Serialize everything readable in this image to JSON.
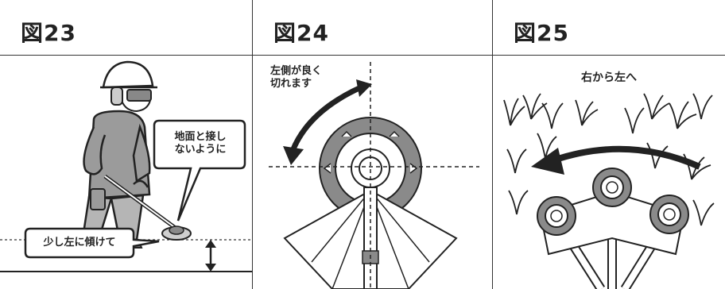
{
  "panels": [
    {
      "title": "図23",
      "callouts": {
        "ground": [
          "地面と接し",
          "ないように"
        ],
        "tilt": "少し左に傾けて"
      }
    },
    {
      "title": "図24",
      "callouts": {
        "left_side": [
          "左側が良く",
          "切れます"
        ]
      }
    },
    {
      "title": "図25",
      "callouts": {
        "direction": "右から左へ"
      }
    }
  ],
  "colors": {
    "line": "#222222",
    "blade_gray": "#8a8a8a",
    "light_gray": "#cfcfcf",
    "worker_shirt": "#9b9b9b"
  },
  "icons": {
    "cut_direction": "curved-arrow-icon",
    "height_gap": "double-arrow-icon"
  }
}
